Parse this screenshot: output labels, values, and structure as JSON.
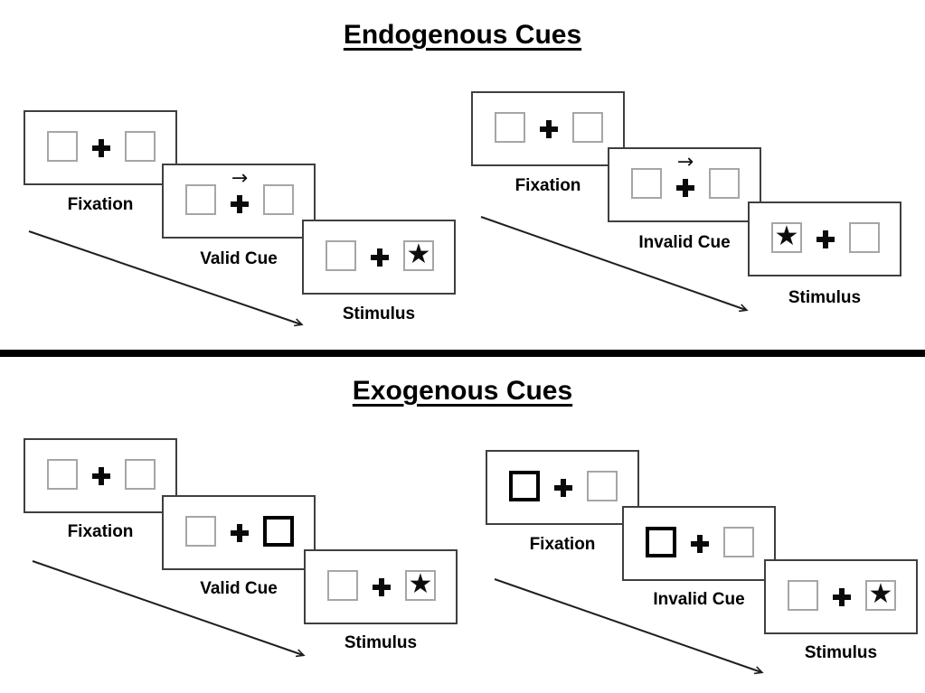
{
  "page": {
    "background": "#ffffff",
    "divider_color": "#000000",
    "text_color": "#000000"
  },
  "colors": {
    "panel_border": "#3f3f3f",
    "box_border": "#a6a6a6",
    "box_highlight_border": "#000000",
    "arrow": "#1f1f1f"
  },
  "icons": {
    "fixation_cross": "heavy-plus-cross",
    "stimulus_star": "★",
    "cue_arrow": "→"
  },
  "sections": [
    {
      "id": "endogenous",
      "title": "Endogenous Cues",
      "sequences": [
        {
          "id": "endogenous-valid",
          "panels": [
            {
              "label": "Fixation",
              "cue_arrow": "",
              "left": {
                "state": "empty",
                "glyph": ""
              },
              "right": {
                "state": "empty",
                "glyph": ""
              }
            },
            {
              "label": "Valid Cue",
              "cue_arrow": "→",
              "left": {
                "state": "empty",
                "glyph": ""
              },
              "right": {
                "state": "empty",
                "glyph": ""
              }
            },
            {
              "label": "Stimulus",
              "cue_arrow": "",
              "left": {
                "state": "empty",
                "glyph": ""
              },
              "right": {
                "state": "star",
                "glyph": "★"
              }
            }
          ]
        },
        {
          "id": "endogenous-invalid",
          "panels": [
            {
              "label": "Fixation",
              "cue_arrow": "",
              "left": {
                "state": "empty",
                "glyph": ""
              },
              "right": {
                "state": "empty",
                "glyph": ""
              }
            },
            {
              "label": "Invalid Cue",
              "cue_arrow": "→",
              "left": {
                "state": "empty",
                "glyph": ""
              },
              "right": {
                "state": "empty",
                "glyph": ""
              }
            },
            {
              "label": "Stimulus",
              "cue_arrow": "",
              "left": {
                "state": "star",
                "glyph": "★"
              },
              "right": {
                "state": "empty",
                "glyph": ""
              }
            }
          ]
        }
      ]
    },
    {
      "id": "exogenous",
      "title": "Exogenous Cues",
      "sequences": [
        {
          "id": "exogenous-valid",
          "panels": [
            {
              "label": "Fixation",
              "cue_arrow": "",
              "left": {
                "state": "empty",
                "glyph": ""
              },
              "right": {
                "state": "empty",
                "glyph": ""
              }
            },
            {
              "label": "Valid Cue",
              "cue_arrow": "",
              "left": {
                "state": "empty",
                "glyph": ""
              },
              "right": {
                "state": "highlight",
                "glyph": ""
              }
            },
            {
              "label": "Stimulus",
              "cue_arrow": "",
              "left": {
                "state": "empty",
                "glyph": ""
              },
              "right": {
                "state": "star",
                "glyph": "★"
              }
            }
          ]
        },
        {
          "id": "exogenous-invalid",
          "panels": [
            {
              "label": "Fixation",
              "cue_arrow": "",
              "left": {
                "state": "highlight",
                "glyph": ""
              },
              "right": {
                "state": "empty",
                "glyph": ""
              }
            },
            {
              "label": "Invalid Cue",
              "cue_arrow": "",
              "left": {
                "state": "highlight",
                "glyph": ""
              },
              "right": {
                "state": "empty",
                "glyph": ""
              }
            },
            {
              "label": "Stimulus",
              "cue_arrow": "",
              "left": {
                "state": "empty",
                "glyph": ""
              },
              "right": {
                "state": "star",
                "glyph": "★"
              }
            }
          ]
        }
      ]
    }
  ]
}
